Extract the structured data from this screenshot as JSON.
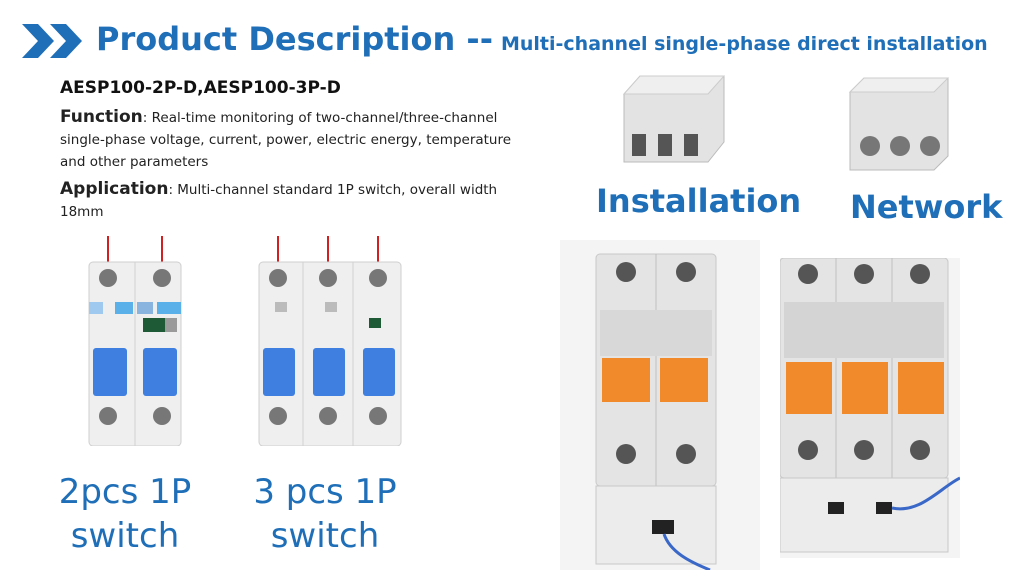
{
  "header": {
    "title": "Product Description --",
    "subtitle": "Multi-channel single-phase direct installation"
  },
  "model": "AESP100-2P-D,AESP100-3P-D",
  "function": {
    "label": "Function",
    "text": ": Real-time monitoring of two-channel/three-channel single-phase voltage, current, power, electric energy, temperature and other parameters"
  },
  "application": {
    "label": "Application",
    "text": ": Multi-channel standard 1P switch, overall width 18mm"
  },
  "captions": {
    "two_pcs": "2pcs 1P switch",
    "three_pcs": "3 pcs 1P switch",
    "installation": "Installation",
    "network": "Network"
  },
  "colors": {
    "accent": "#1f6fb8",
    "handle": "#3f7fe0",
    "orange": "#f08a2a",
    "wire": "#d22020"
  }
}
